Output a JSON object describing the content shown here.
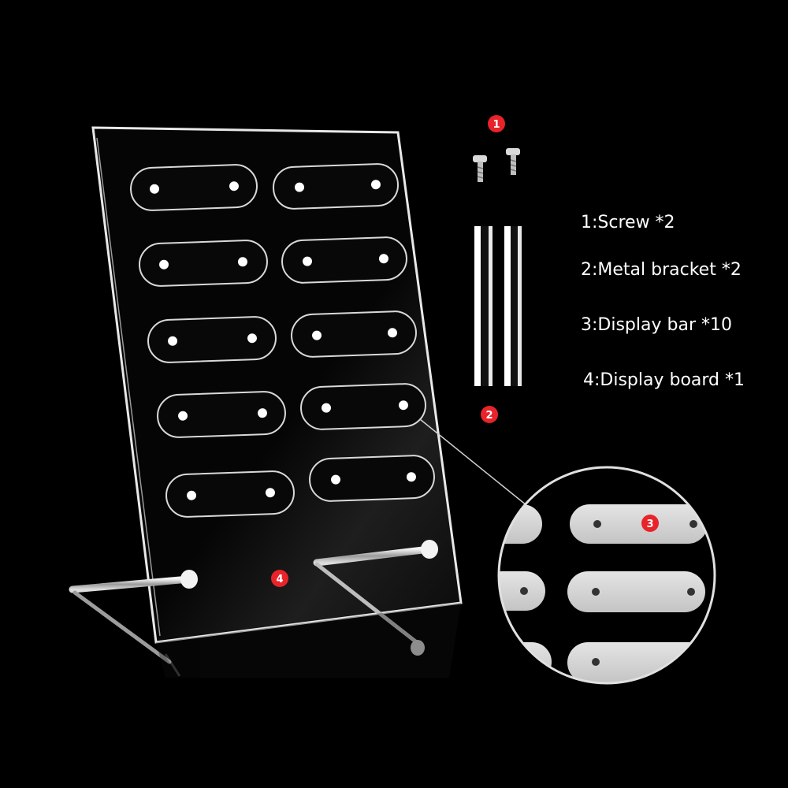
{
  "parts": [
    {
      "label": "1:Screw *2"
    },
    {
      "label": "2:Metal bracket *2"
    },
    {
      "label": "3:Display bar *10"
    },
    {
      "label": "4:Display board *1"
    }
  ],
  "callouts": {
    "screw": "1",
    "bracket": "2",
    "bar": "3",
    "board": "4"
  },
  "colors": {
    "background": "#000000",
    "badge": "#e8232a",
    "text": "#ffffff",
    "acrylic_edge": "#e6e6e6",
    "bar_fill_zoom": "#d8d8d8"
  }
}
